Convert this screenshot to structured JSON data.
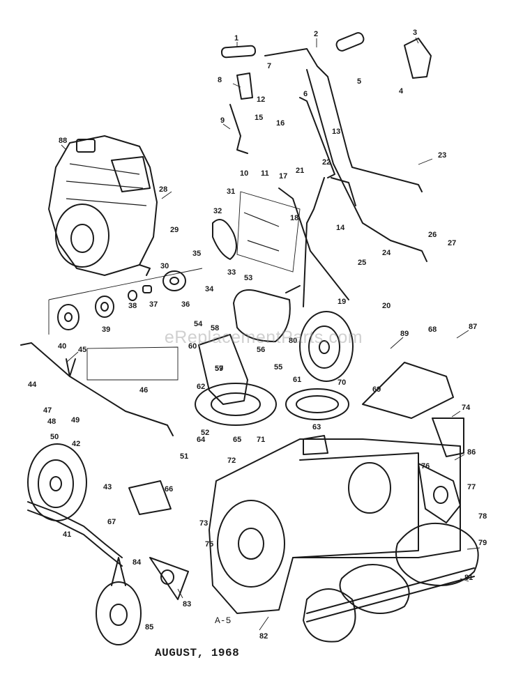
{
  "watermark": "eReplacementParts.com",
  "page_code": "A-5",
  "issue_date": "AUGUST, 1968",
  "callouts": [
    "1",
    "2",
    "3",
    "4",
    "5",
    "6",
    "7",
    "8",
    "9",
    "10",
    "11",
    "12",
    "13",
    "14",
    "15",
    "16",
    "17",
    "18",
    "19",
    "20",
    "21",
    "22",
    "23",
    "24",
    "25",
    "26",
    "27",
    "28",
    "29",
    "30",
    "31",
    "32",
    "33",
    "34",
    "35",
    "36",
    "37",
    "38",
    "39",
    "40",
    "41",
    "42",
    "43",
    "44",
    "45",
    "46",
    "47",
    "48",
    "49",
    "50",
    "51",
    "52",
    "53",
    "54",
    "55",
    "56",
    "57",
    "58",
    "59",
    "60",
    "61",
    "62",
    "63",
    "64",
    "65",
    "66",
    "67",
    "68",
    "69",
    "70",
    "71",
    "72",
    "73",
    "74",
    "75",
    "76",
    "77",
    "78",
    "79",
    "80",
    "81",
    "82",
    "83",
    "84",
    "85",
    "86",
    "87",
    "88",
    "89"
  ]
}
